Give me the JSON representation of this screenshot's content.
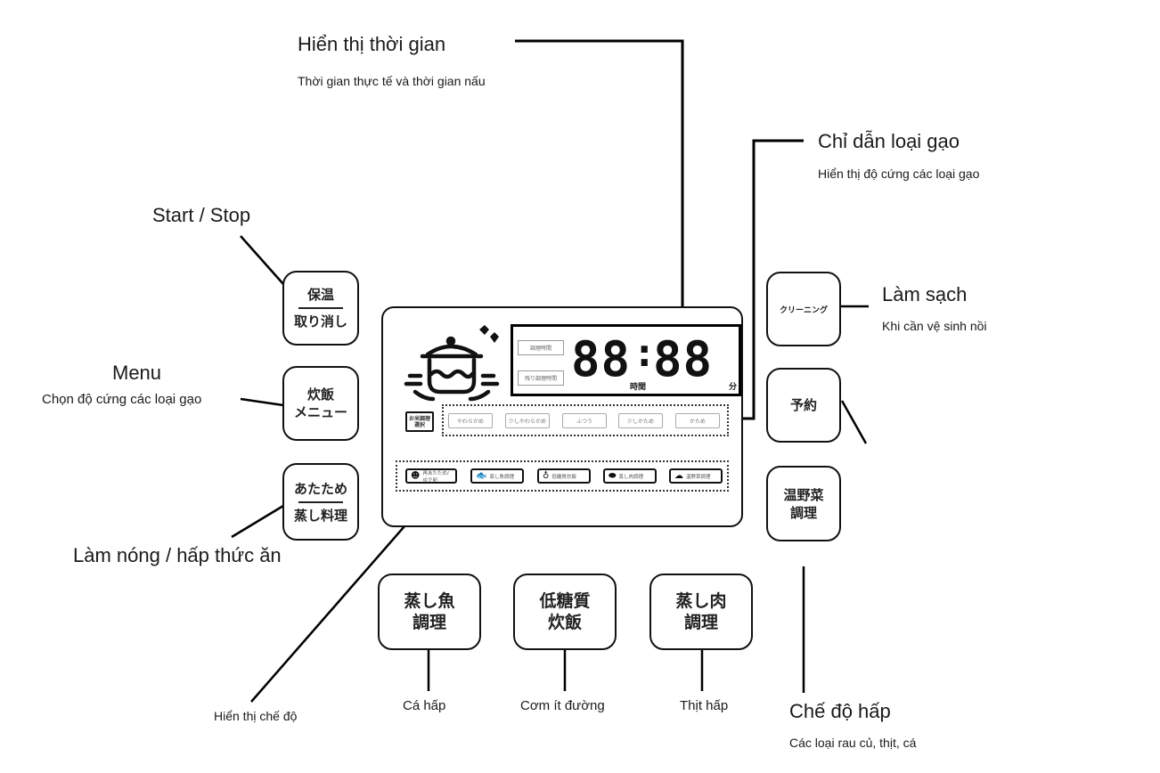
{
  "annotations": {
    "time_display": {
      "title": "Hiển thị thời gian",
      "subtitle": "Thời gian thực tế và thời gian nấu"
    },
    "rice_guide": {
      "title": "Chỉ dẫn loại gạo",
      "subtitle": "Hiển thị độ cứng các loại gạo"
    },
    "start_stop": {
      "title": "Start / Stop"
    },
    "menu": {
      "title": "Menu",
      "subtitle": "Chọn độ cứng các loại gạo"
    },
    "reheat_steam": {
      "title": "Làm nóng / hấp thức ăn"
    },
    "cleaning": {
      "title": "Làm sạch",
      "subtitle": "Khi cần vệ sinh nồi"
    },
    "mode_display": {
      "title": "Hiển thị chế độ"
    },
    "steam_fish": {
      "title": "Cá hấp"
    },
    "low_sugar": {
      "title": "Cơm ít đường"
    },
    "steam_meat": {
      "title": "Thịt hấp"
    },
    "steam_mode": {
      "title": "Chế độ hấp",
      "subtitle": "Các loại rau củ, thịt, cá"
    }
  },
  "buttons": {
    "keep_warm_cancel": {
      "line1": "保温",
      "line2": "取り消し"
    },
    "cook_menu": {
      "line1": "炊飯",
      "line2": "メニュー"
    },
    "reheat_steam": {
      "line1": "あたため",
      "line2": "蒸し料理"
    },
    "cleaning": {
      "line1": "クリーニング"
    },
    "timer": {
      "line1": "予約"
    },
    "steam_vegetables": {
      "line1": "温野菜",
      "line2": "調理"
    },
    "steam_fish": {
      "line1": "蒸し魚",
      "line2": "調理"
    },
    "low_sugar_rice": {
      "line1": "低糖質",
      "line2": "炊飯"
    },
    "steam_meat": {
      "line1": "蒸し肉",
      "line2": "調理"
    }
  },
  "display": {
    "time_labels": [
      "調理時間",
      "残り調理時間"
    ],
    "digits_hours": "88",
    "digits_minutes": "88",
    "separator": ":",
    "unit_hours": "時間",
    "unit_minutes": "分",
    "rice_selector_label": "お米調理選択",
    "rice_hardness": [
      "やわらかめ",
      "少しやわらかめ",
      "ふつう",
      "少しかため",
      "かため"
    ],
    "modes": [
      {
        "icon": "pot-icon",
        "glyph": "☻",
        "label": "再あたため/ゆで卵"
      },
      {
        "icon": "fish-icon",
        "glyph": "🐟",
        "label": "蒸し魚調理"
      },
      {
        "icon": "bowl-icon",
        "glyph": "♁",
        "label": "低糖質炊飯"
      },
      {
        "icon": "meat-icon",
        "glyph": "⬬",
        "label": "蒸し肉調理"
      },
      {
        "icon": "vegetable-icon",
        "glyph": "☁",
        "label": "温野菜調理"
      }
    ]
  }
}
